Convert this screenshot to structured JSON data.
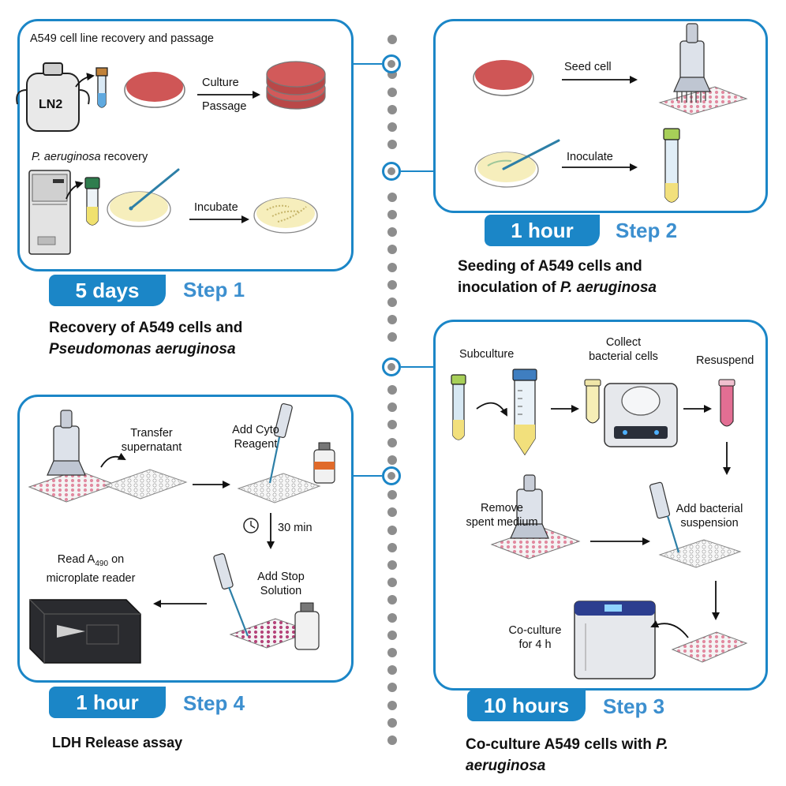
{
  "colors": {
    "accent": "#1b86c7",
    "step_text": "#3c8fcf",
    "timeline_dot": "#8d8d8d"
  },
  "step1": {
    "row1_title": "A549 cell line recovery and passage",
    "ln2_label": "LN2",
    "culture_label": "Culture",
    "passage_label": "Passage",
    "row2_title_italic": "P. aeruginosa",
    "row2_title_rest": "recovery",
    "incubate_label": "Incubate",
    "duration": "5 days",
    "step_label": "Step 1",
    "heading_line1": "Recovery of A549 cells and",
    "heading_line2": "Pseudomonas aeruginosa"
  },
  "step2": {
    "seed_label": "Seed cell",
    "inoculate_label": "Inoculate",
    "duration": "1 hour",
    "step_label": "Step 2",
    "heading_line1": "Seeding of A549 cells and",
    "heading_line2_prefix": "inoculation of",
    "heading_line2_italic": "P. aeruginosa"
  },
  "step3": {
    "subculture_label": "Subculture",
    "collect_line1": "Collect",
    "collect_line2": "bacterial cells",
    "resuspend_label": "Resuspend",
    "remove_line1": "Remove",
    "remove_line2": "spent medium",
    "add_bacterial_line1": "Add bacterial",
    "add_bacterial_line2": "suspension",
    "coculture_line1": "Co-culture",
    "coculture_line2": "for 4 h",
    "duration": "10 hours",
    "step_label": "Step 3",
    "heading_line1_prefix": "Co-culture A549 cells with",
    "heading_line1_italic": "P.",
    "heading_line2_italic": "aeruginosa"
  },
  "step4": {
    "transfer_line1": "Transfer",
    "transfer_line2": "supernatant",
    "add_cyto_line1": "Add Cyto",
    "add_cyto_line2": "Reagent",
    "timer_label": "30 min",
    "add_stop_line1": "Add Stop",
    "add_stop_line2": "Solution",
    "read_prefix": "Read A",
    "read_subscript": "490",
    "read_suffix": " on",
    "read_line2": "microplate reader",
    "duration": "1 hour",
    "step_label": "Step 4",
    "heading": "LDH Release assay"
  }
}
